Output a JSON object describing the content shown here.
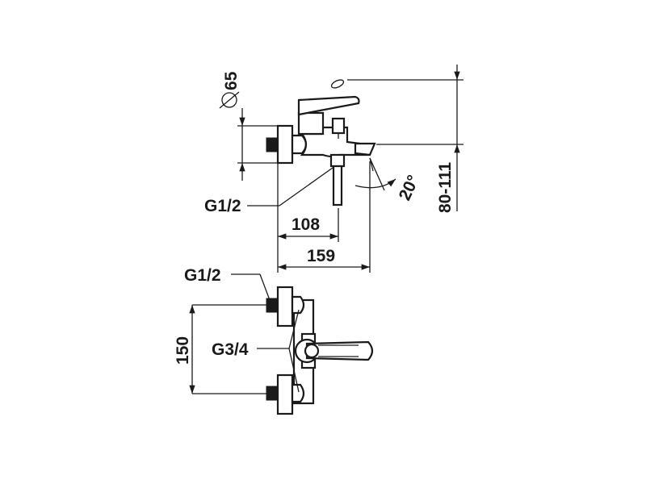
{
  "dimensions": {
    "diameter": "65",
    "height_range": "80-111",
    "angle": "20°",
    "spout_reach": "108",
    "total_depth": "159",
    "connection_top": "G1/2",
    "connection_front": "G1/2",
    "outlet_thread": "G3/4",
    "center_distance": "150"
  }
}
